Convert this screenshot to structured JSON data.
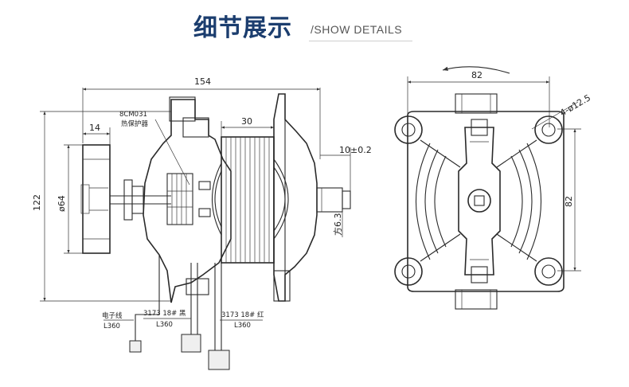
{
  "header": {
    "title": "细节展示",
    "subtitle": "/SHOW DETAILS"
  },
  "side_view": {
    "dim_overall_length": "154",
    "dim_fan_width": "14",
    "dim_core_width": "30",
    "dim_height": "122",
    "dim_fan_dia": "ø64",
    "dim_shaft_len": "10±0.2",
    "dim_shaft_flat": "方6.3",
    "protector_model": "8CM031",
    "protector_name": "热保护器",
    "wire_electronic_label": "电子线",
    "wire_electronic_len": "L360",
    "wire_black_label": "3173 18# 黑",
    "wire_black_len": "L360",
    "wire_red_label": "3173 18# 红",
    "wire_red_len": "L360"
  },
  "front_view": {
    "dim_width": "82",
    "dim_height": "82",
    "dim_holes": "4-ø12.5"
  }
}
